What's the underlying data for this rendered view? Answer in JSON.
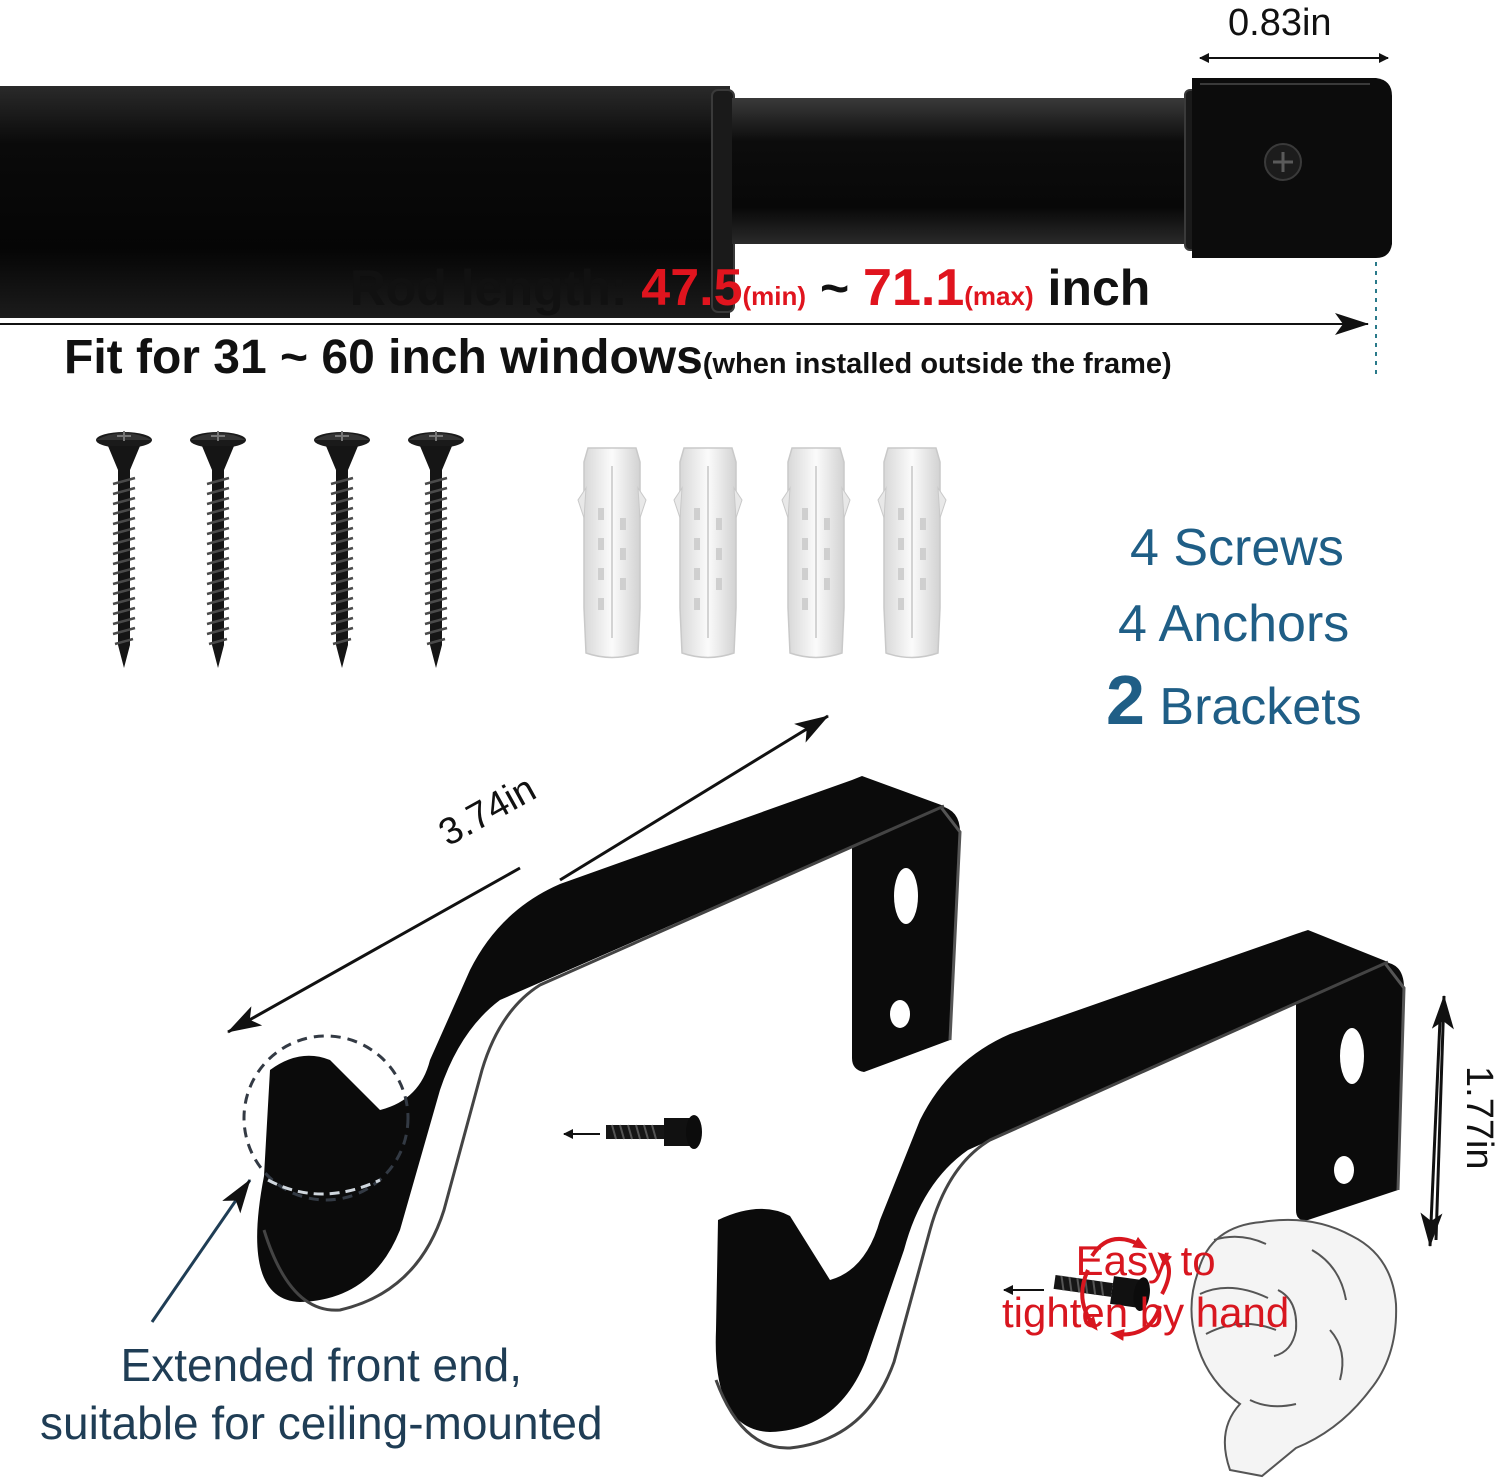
{
  "rod": {
    "diameter_label": "0.83in",
    "length_prefix": "Rod length: ",
    "min_value": "47.5",
    "min_tag": "(min)",
    "separator": " ~ ",
    "max_value": "71.1",
    "max_tag": "(max)",
    "unit": " inch",
    "fit_main": "Fit for 31 ~ 60 inch windows",
    "fit_note": "(when installed outside the frame)"
  },
  "contents": {
    "screws": "4 Screws",
    "anchors": "4 Anchors",
    "brackets_count": "2",
    "brackets_label": " Brackets"
  },
  "bracket": {
    "length_label": "3.74in",
    "height_label": "1.77in"
  },
  "captions": {
    "front_line1": "Extended front end,",
    "front_line2": "suitable for ceiling-mounted",
    "hand_line1": "Easy to",
    "hand_line2": "tighten by hand"
  },
  "colors": {
    "rod": "#0b0b0b",
    "accent_red": "#e0141e",
    "count_blue": "#1f5e86",
    "caption_navy": "#1f3d55",
    "anchor": "#efefef"
  },
  "icons": [
    "screw-icon",
    "wall-anchor-icon",
    "curtain-bracket-icon",
    "bolt-icon",
    "hand-icon",
    "rotate-arrows-icon"
  ]
}
